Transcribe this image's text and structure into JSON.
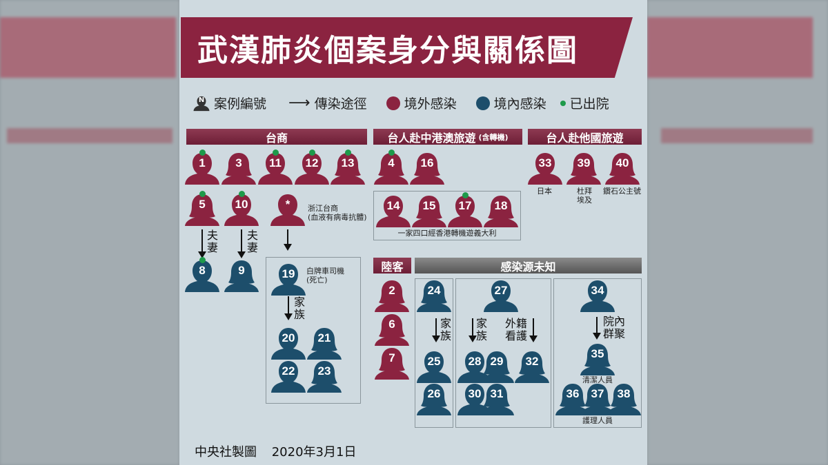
{
  "title": "武漢肺炎個案身分與關係圖",
  "legend": {
    "case_number": "案例編號",
    "transmission": "傳染途徑",
    "imported": "境外感染",
    "local": "境內感染",
    "discharged": "已出院",
    "case_icon_letter": "N"
  },
  "colors": {
    "imported": "#8b2340",
    "local": "#1d4e6b",
    "discharged": "#1e9a4a"
  },
  "sections": {
    "taishang": "台商",
    "china_hk_macau": "台人赴中港澳旅遊",
    "china_hk_macau_note": "(含轉機)",
    "other_countries": "台人赴他國旅遊",
    "mainland_visitors": "陸客",
    "unknown_source": "感染源未知"
  },
  "captions": {
    "zhejiang": "浙江台商",
    "zhejiang_note": "(血液有病毒抗體)",
    "family_italy": "一家四口經香港轉機遊義大利",
    "japan": "日本",
    "dubai_egypt_1": "杜拜",
    "dubai_egypt_2": "埃及",
    "diamond_princess": "鑽石公主號",
    "driver": "白牌車司機",
    "driver_note": "(死亡)",
    "cleaner": "清潔人員",
    "nurses": "護理人員"
  },
  "relations": {
    "spouse_1": "夫\n妻",
    "spouse_2": "夫\n妻",
    "family_1": "家\n族",
    "family_2": "家\n族",
    "family_3": "家\n族",
    "caregiver": "外籍\n看護",
    "hospital_cluster": "院內\n群聚"
  },
  "cases": [
    {
      "id": "1",
      "type": "imported",
      "discharged": true,
      "female": false
    },
    {
      "id": "3",
      "type": "imported",
      "discharged": false,
      "female": true
    },
    {
      "id": "11",
      "type": "imported",
      "discharged": true,
      "female": false
    },
    {
      "id": "12",
      "type": "imported",
      "discharged": true,
      "female": false
    },
    {
      "id": "13",
      "type": "imported",
      "discharged": true,
      "female": true
    },
    {
      "id": "4",
      "type": "imported",
      "discharged": true,
      "female": true
    },
    {
      "id": "16",
      "type": "imported",
      "discharged": false,
      "female": true
    },
    {
      "id": "33",
      "type": "imported",
      "discharged": false,
      "female": false
    },
    {
      "id": "39",
      "type": "imported",
      "discharged": false,
      "female": true
    },
    {
      "id": "40",
      "type": "imported",
      "discharged": false,
      "female": true
    },
    {
      "id": "5",
      "type": "imported",
      "discharged": true,
      "female": true
    },
    {
      "id": "10",
      "type": "imported",
      "discharged": true,
      "female": false
    },
    {
      "id": "*",
      "type": "imported",
      "discharged": false,
      "female": false
    },
    {
      "id": "14",
      "type": "imported",
      "discharged": false,
      "female": false
    },
    {
      "id": "15",
      "type": "imported",
      "discharged": false,
      "female": true
    },
    {
      "id": "17",
      "type": "imported",
      "discharged": true,
      "female": false
    },
    {
      "id": "18",
      "type": "imported",
      "discharged": false,
      "female": true
    },
    {
      "id": "8",
      "type": "local",
      "discharged": true,
      "female": false
    },
    {
      "id": "9",
      "type": "local",
      "discharged": false,
      "female": true
    },
    {
      "id": "19",
      "type": "local",
      "discharged": false,
      "female": false
    },
    {
      "id": "20",
      "type": "local",
      "discharged": false,
      "female": false
    },
    {
      "id": "21",
      "type": "local",
      "discharged": false,
      "female": true
    },
    {
      "id": "22",
      "type": "local",
      "discharged": false,
      "female": false
    },
    {
      "id": "23",
      "type": "local",
      "discharged": false,
      "female": true
    },
    {
      "id": "2",
      "type": "imported",
      "discharged": false,
      "female": true
    },
    {
      "id": "6",
      "type": "imported",
      "discharged": false,
      "female": true
    },
    {
      "id": "7",
      "type": "imported",
      "discharged": false,
      "female": true
    },
    {
      "id": "24",
      "type": "local",
      "discharged": false,
      "female": true
    },
    {
      "id": "25",
      "type": "local",
      "discharged": false,
      "female": false
    },
    {
      "id": "26",
      "type": "local",
      "discharged": false,
      "female": true
    },
    {
      "id": "27",
      "type": "local",
      "discharged": false,
      "female": false
    },
    {
      "id": "28",
      "type": "local",
      "discharged": false,
      "female": false
    },
    {
      "id": "29",
      "type": "local",
      "discharged": false,
      "female": true
    },
    {
      "id": "32",
      "type": "local",
      "discharged": false,
      "female": true
    },
    {
      "id": "30",
      "type": "local",
      "discharged": false,
      "female": false
    },
    {
      "id": "31",
      "type": "local",
      "discharged": false,
      "female": true
    },
    {
      "id": "34",
      "type": "local",
      "discharged": false,
      "female": false
    },
    {
      "id": "35",
      "type": "local",
      "discharged": false,
      "female": true
    },
    {
      "id": "36",
      "type": "local",
      "discharged": false,
      "female": true
    },
    {
      "id": "37",
      "type": "local",
      "discharged": false,
      "female": true
    },
    {
      "id": "38",
      "type": "local",
      "discharged": false,
      "female": true
    }
  ],
  "footer": {
    "credit": "中央社製圖",
    "date": "2020年3月1日"
  }
}
